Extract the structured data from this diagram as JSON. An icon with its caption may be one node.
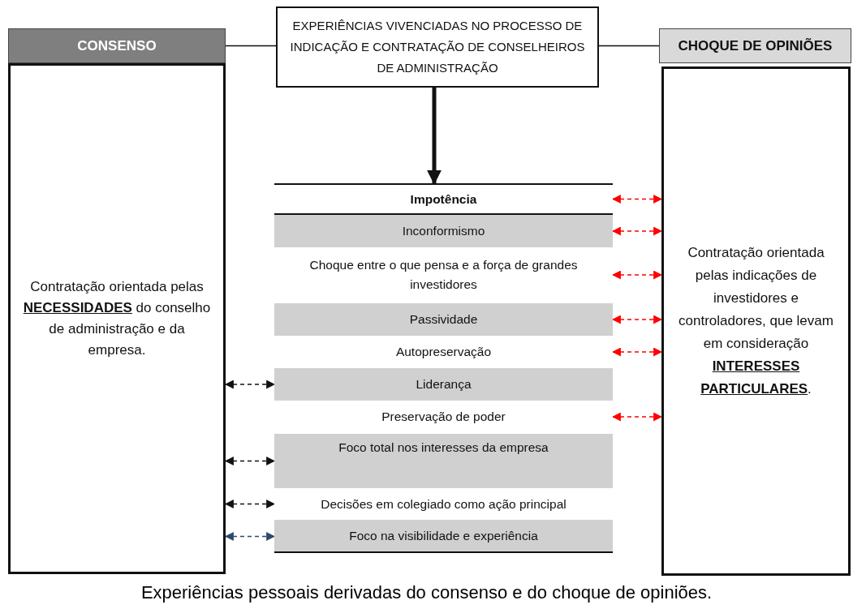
{
  "diagram": {
    "caption": "Experiências pessoais derivadas do consenso e do choque de opiniões.",
    "nodes": [
      {
        "text": [
          "EXPERIÊNCIAS VIVENCIADAS NO PROCESSO DE INDICAÇÃO E CONTRATAÇÃO DE CONSELHEIROS DE ADMINISTRAÇÃO"
        ]
      },
      {
        "text": [
          "CONSENSO"
        ]
      },
      {
        "text": [
          "Contratação orientada pelas **NECESSIDADES** do conselho de administração e da empresa."
        ]
      },
      {
        "text": [
          "CHOQUE DE OPINIÕES"
        ]
      },
      {
        "text": [
          "Contratação orientada pelas indicações de investidores e controladores, que levam em consideração **INTERESSES PARTICULARES**."
        ]
      },
      {
        "text": [
          "Impotência"
        ]
      },
      {
        "text": [
          "Inconformismo"
        ]
      },
      {
        "text": [
          "Choque entre o que pensa e a força de grandes investidores"
        ]
      },
      {
        "text": [
          "Passividade"
        ]
      },
      {
        "text": [
          "Autopreservação"
        ]
      },
      {
        "text": [
          "Liderança"
        ]
      },
      {
        "text": [
          "Preservação de poder"
        ]
      },
      {
        "text": [
          "Foco total nos interesses da empresa"
        ]
      },
      {
        "text": [
          "Decisões em colegiado como ação principal"
        ]
      },
      {
        "text": [
          "Foco na visibilidade e experiência"
        ]
      }
    ],
    "edges": [
      {
        "from": 0,
        "to": 1,
        "arrow": "none"
      },
      {
        "from": 0,
        "to": 3,
        "arrow": "none"
      },
      {
        "from": 0,
        "to": 5,
        "arrow": "to",
        "style": "thick"
      },
      {
        "from": 5,
        "to": 4,
        "arrow": "both",
        "style": "dashed",
        "color": "#ff0000"
      },
      {
        "from": 6,
        "to": 4,
        "arrow": "both",
        "style": "dashed",
        "color": "#ff0000"
      },
      {
        "from": 7,
        "to": 4,
        "arrow": "both",
        "style": "dashed",
        "color": "#ff0000"
      },
      {
        "from": 8,
        "to": 4,
        "arrow": "both",
        "style": "dashed",
        "color": "#ff0000"
      },
      {
        "from": 9,
        "to": 4,
        "arrow": "both",
        "style": "dashed",
        "color": "#ff0000"
      },
      {
        "from": 11,
        "to": 4,
        "arrow": "both",
        "style": "dashed",
        "color": "#ff0000"
      },
      {
        "from": 2,
        "to": 10,
        "arrow": "both",
        "style": "dashed"
      },
      {
        "from": 2,
        "to": 12,
        "arrow": "both",
        "style": "dashed"
      },
      {
        "from": 2,
        "to": 13,
        "arrow": "both",
        "style": "dashed"
      },
      {
        "from": 2,
        "to": 14,
        "arrow": "both",
        "style": "dashed",
        "color": "#2e4a6b"
      }
    ]
  }
}
